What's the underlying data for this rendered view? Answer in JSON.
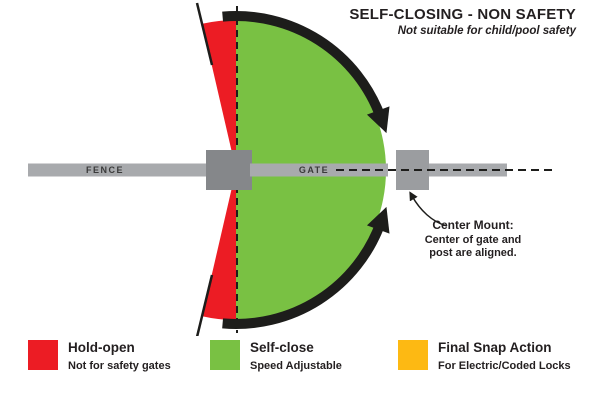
{
  "title": {
    "heading": "SELF-CLOSING - NON SAFETY",
    "subheading": "Not suitable for child/pool safety"
  },
  "diagram": {
    "fence_label": "FENCE",
    "gate_label": "GATE",
    "annotation": {
      "heading": "Center Mount:",
      "line1": "Center of gate and",
      "line2": "post are aligned."
    }
  },
  "colors": {
    "hold_open": "#EC1C24",
    "self_close": "#79C143",
    "snap_action": "#FDB913",
    "bar_gray": "#A8AAAD",
    "hinge_gray": "#85878A",
    "post_gray": "#9B9DA0",
    "ink": "#1D1D1B"
  },
  "legend": {
    "items": [
      {
        "name": "hold-open",
        "color": "#EC1C24",
        "label": "Hold-open",
        "sublabel": "Not for safety gates"
      },
      {
        "name": "self-close",
        "color": "#79C143",
        "label": "Self-close",
        "sublabel": "Speed Adjustable"
      },
      {
        "name": "final-snap-action",
        "color": "#FDB913",
        "label": "Final Snap Action",
        "sublabel": "For Electric/Coded Locks"
      }
    ]
  }
}
